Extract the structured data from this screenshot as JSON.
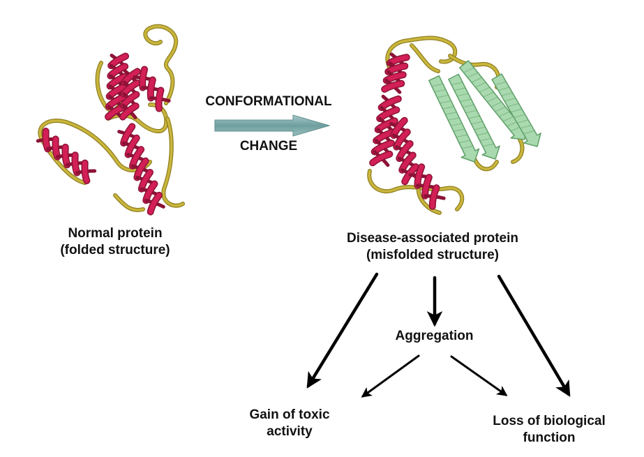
{
  "colors": {
    "helix": "#d21f56",
    "helix_dark": "#8c1236",
    "coil": "#c9b63c",
    "coil_dark": "#8f7f20",
    "sheet": "#a9d9ae",
    "sheet_dark": "#5f9f69",
    "transition_arrow": "#7aa8a8",
    "arrows": "#000000"
  },
  "labels": {
    "conformational": "CONFORMATIONAL",
    "change": "CHANGE",
    "normal_line1": "Normal protein",
    "normal_line2": "(folded structure)",
    "disease_line1": "Disease-associated protein",
    "disease_line2": "(misfolded structure)",
    "aggregation": "Aggregation",
    "gain_line1": "Gain of toxic",
    "gain_line2": "activity",
    "loss_line1": "Loss of biological",
    "loss_line2": "function"
  },
  "icons": {
    "normal_protein": "protein-ribbon-folded",
    "misfolded_protein": "protein-ribbon-misfolded"
  }
}
